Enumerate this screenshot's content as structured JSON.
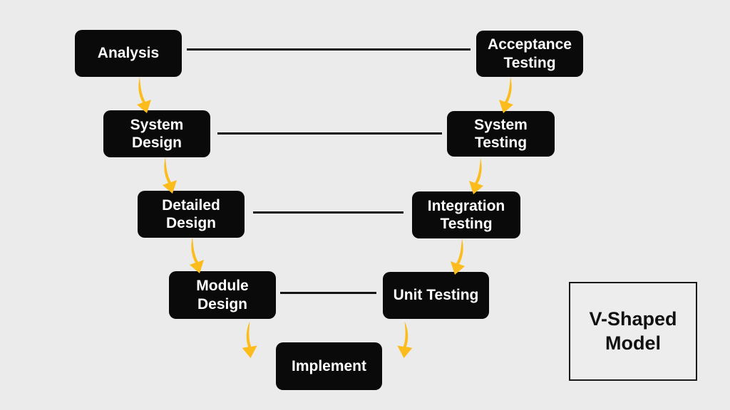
{
  "theme": {
    "background": "#EBEBEB",
    "node_bg": "#0A0A0A",
    "node_text": "#FFFFFF",
    "arrow_color": "#FBBC1C",
    "line_color": "#141414",
    "title_border": "#1A1A1A",
    "title_text": "#111111"
  },
  "diagram": {
    "type": "v-model-flow",
    "nodes": [
      {
        "label": "Analysis"
      },
      {
        "label": "Acceptance Testing"
      },
      {
        "label": "System Design"
      },
      {
        "label": "System Testing"
      },
      {
        "label": "Detailed Design"
      },
      {
        "label": "Integration Testing"
      },
      {
        "label": "Module Design"
      },
      {
        "label": "Unit Testing"
      },
      {
        "label": "Implement"
      }
    ],
    "horizontal_links": [
      "Analysis — Acceptance Testing",
      "System Design — System Testing",
      "Detailed Design — Integration Testing",
      "Module Design — Unit Testing"
    ],
    "arrow_flow": [
      "Analysis → System Design",
      "Acceptance Testing → System Testing",
      "System Design → Detailed Design",
      "System Testing → Integration Testing",
      "Detailed Design → Module Design",
      "Integration Testing → Unit Testing",
      "Module Design → Implement",
      "Unit Testing → Implement"
    ]
  },
  "title_box": {
    "label": "V-Shaped Model"
  }
}
